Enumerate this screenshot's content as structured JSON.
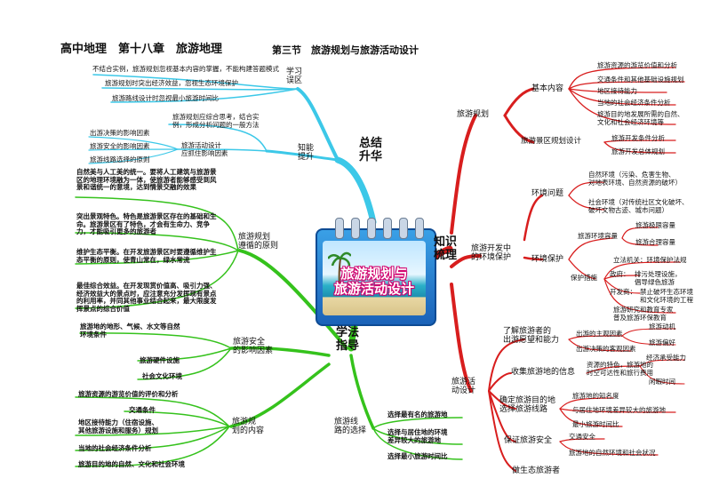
{
  "title": {
    "main": "高中地理　第十八章　旅游地理",
    "section": "第三节　旅游规划与旅游活动设计"
  },
  "center": {
    "line1": "旅游规划与",
    "line2": "旅游活动设计"
  },
  "colors": {
    "cyan": "#3cc8e8",
    "red": "#d81e1e",
    "green": "#35c21c",
    "black": "#222222",
    "center_board": "#1a62b8",
    "center_text_outline": "#d2006e"
  },
  "summary": {
    "label": "总结\n升华",
    "misconceptions": {
      "label": "学习\n误区",
      "items": [
        "不结合实例，旅游规划忽视基本内容的掌握，不能构建答题模式",
        "旅游规划时突出经济效益，忽视生态环境保护",
        "旅游路线设计时忽视最小旅游时间比"
      ]
    },
    "ability": {
      "label": "知能\n提升",
      "note": "旅游规划应综合思考，结合实例，形成分析问题的一般方法",
      "activity_label": "旅游活动设计\n应抓住影响因素",
      "items": [
        "出游决策的影响因素",
        "旅游安全的影响因素",
        "旅游线路选择的原则"
      ]
    }
  },
  "knowledge": {
    "label": "知识\n梳理",
    "planning": {
      "label": "旅游规划",
      "basic": {
        "label": "基本内容",
        "items": [
          "旅游资源的游览价值和分析",
          "交通条件和其他基础设施规划",
          "地区接待能力",
          "当地的社会经济条件分析",
          "旅游目的地发展所需的自然、\n文化和社会经济环境等"
        ]
      },
      "scenic": {
        "label": "旅游景区规划设计",
        "items": [
          "旅游开发条件分析",
          "旅游开发总体规划"
        ]
      }
    },
    "protection": {
      "label": "旅游开发中\n的环境保护",
      "problems": {
        "label": "环境问题",
        "items": [
          "自然环境（污染、危害生物、\n对地表环境、自然资源的破坏）",
          "社会环境（对传统社区文化破坏、\n破坏文物古迹、城市问题）"
        ]
      },
      "protect": {
        "label": "环境保护",
        "capacity": {
          "label": "旅游环境容量",
          "items": [
            "旅游极限容量",
            "旅游合理容量"
          ]
        },
        "measures": {
          "label": "保护措施",
          "legislate": "立法机关：环境保护法规",
          "government": {
            "label": "政府：",
            "text": "排污处理设施，\n倡导绿色旅游"
          },
          "developer": {
            "label": "开发商：",
            "text": "禁止破坏生态环境\n和文化环境的工程"
          },
          "research": "旅游研究和教育专家\n普及旅游环保教育"
        }
      }
    },
    "activity": {
      "label": "旅游活\n动设计",
      "willingness": {
        "label": "了解旅游者的\n出游愿望和能力",
        "subjective": {
          "label": "出游的主观因素",
          "items": [
            "旅游动机",
            "旅游偏好"
          ]
        },
        "objective": {
          "label": "出游决策的客观因素"
        }
      },
      "info": {
        "label": "收集旅游地的信息",
        "text": "资源的特色，旅游地的\n时空可达性和旅行费用",
        "items": [
          "经济承受能力",
          "闲暇时间"
        ]
      },
      "route": {
        "label": "确定旅游目的地\n选择旅游线路",
        "items": [
          "旅游地的知名度",
          "与居住地环境差异较大的旅游地",
          "最小旅游时间比"
        ]
      },
      "safety": {
        "label": "保证旅游安全",
        "items": [
          "交通安全",
          "旅游地的自然环境和社会状况"
        ]
      },
      "ecotourist": "做生态旅游者"
    }
  },
  "method": {
    "label": "学法\n指导",
    "principles": {
      "label": "旅游规划\n遵循的原则",
      "items": [
        "自然美与人工美的统一。要将人工建筑与旅游景区的地理环境融为一体，使旅游者能够感受到风景和谐统一的意境，达到情景交融的效果",
        "突出景观特色。特色是旅游景区存在的基础和生命。旅游景区有了特色，才会有生命力、竞争力，才能吸引更多的旅游者",
        "维护生态平衡。在开发旅游景区时要遵循维护生态平衡的原则，使青山常在，绿水常流",
        "最佳综合效益。在开发现赏价值高、吸引力强、经济效益大的景点时，应注意充分发挥现有景点的利用率，并同其他事业结合起来，最大限度发挥景点的综合价值"
      ]
    },
    "safety_factors": {
      "label": "旅游安全\n的影响因素",
      "items": [
        "旅游地的地形、气候、水文等自然\n环境条件",
        "旅游硬件设施",
        "社会文化环境"
      ]
    },
    "plan_content": {
      "label": "旅游规\n划的内容",
      "items": [
        "旅游资源的游览价值的评价和分析",
        "交通条件",
        "地区接待能力（住宿设施、\n其他旅游设施和服务）规划",
        "当地的社会经济条件分析",
        "旅游目的地的自然、文化和社会环境"
      ]
    },
    "route_choice": {
      "label": "旅游线\n路的选择",
      "items": [
        "选择最有名的旅游地",
        "选择与居住地的环境\n差异较大的旅游地",
        "选择最小旅游时间比"
      ]
    }
  }
}
